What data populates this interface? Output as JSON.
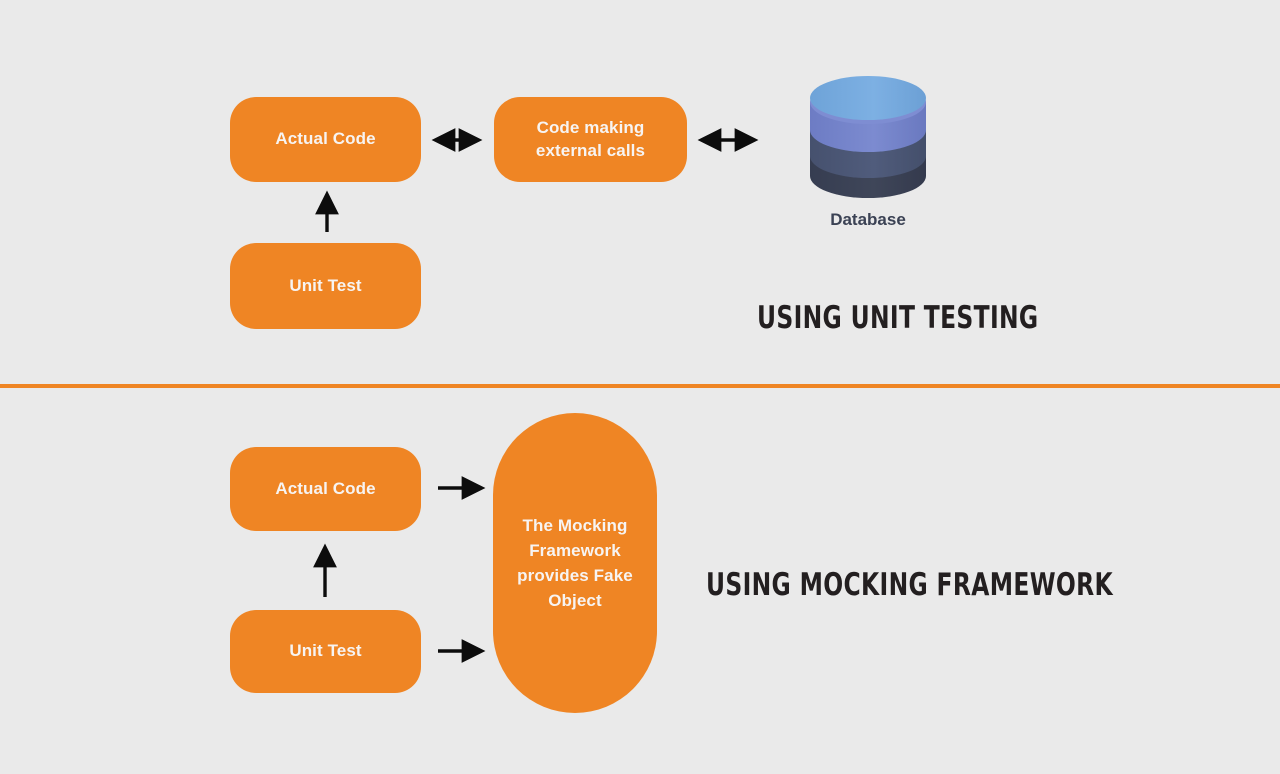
{
  "page": {
    "background_color": "#eaeaea",
    "accent_color": "#ef8524",
    "node_text_color": "#f7f4f2",
    "title_color": "#231f20",
    "database_label_color": "#3b4254"
  },
  "divider": {
    "name": "section-divider",
    "color": "#ef8524"
  },
  "top_section": {
    "title": "USING UNIT TESTING",
    "nodes": {
      "actual_code": "Actual Code",
      "external_calls": "Code making\nexternal calls",
      "unit_test": "Unit Test"
    },
    "database": {
      "caption": "Database",
      "icon": "database-cylinder-icon",
      "band_colors": [
        "#74a9dd",
        "#7483c8",
        "#4c5877",
        "#3b4254",
        "#333a4c"
      ]
    },
    "arrows": [
      {
        "name": "arrow-actualcode-externalcalls",
        "kind": "double-headed-horizontal"
      },
      {
        "name": "arrow-externalcalls-database",
        "kind": "double-headed-horizontal"
      },
      {
        "name": "arrow-unittest-actualcode",
        "kind": "single-headed-up"
      }
    ]
  },
  "bottom_section": {
    "title": "USING MOCKING FRAMEWORK",
    "nodes": {
      "actual_code": "Actual Code",
      "unit_test": "Unit Test",
      "mock_pill": "The Mocking\nFramework\nprovides Fake\nObject"
    },
    "arrows": [
      {
        "name": "arrow-actualcode-mock",
        "kind": "single-headed-right"
      },
      {
        "name": "arrow-unittest-mock",
        "kind": "single-headed-right"
      },
      {
        "name": "arrow-unittest-actualcode",
        "kind": "single-headed-up"
      }
    ]
  }
}
